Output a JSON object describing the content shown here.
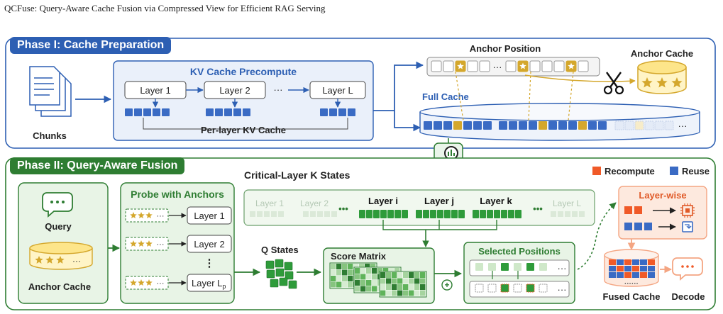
{
  "header": {
    "title": "QCFuse: Query-Aware Cache Fusion via Compressed View for Efficient RAG Serving"
  },
  "phase1": {
    "title": "Phase I: Cache Preparation",
    "chunks_label": "Chunks",
    "kv_title": "KV Cache Precompute",
    "layers": [
      "Layer 1",
      "Layer 2",
      "Layer L"
    ],
    "layer_ellipsis": "···",
    "per_layer_label": "Per-layer KV Cache",
    "anchor_position_label": "Anchor Position",
    "anchor_cache_label": "Anchor Cache",
    "full_cache_label": "Full Cache",
    "ellipsis": "···"
  },
  "phase2": {
    "title": "Phase II: Query-Aware Fusion",
    "query_label": "Query",
    "anchor_cache_label": "Anchor Cache",
    "probe_title": "Probe with Anchors",
    "probe_layers": [
      "Layer 1",
      "Layer 2",
      "Layer L"
    ],
    "probe_subscript": "p",
    "vdots": "⋮",
    "critical_title": "Critical-Layer K States",
    "critical_layers": [
      "Layer 1",
      "Layer 2",
      "Layer i",
      "Layer j",
      "Layer k",
      "Layer L"
    ],
    "q_states_label": "Q States",
    "score_matrix_label": "Score Matrix",
    "plus": "+",
    "selected_label": "Selected Positions",
    "legend": {
      "recompute": "Recompute",
      "reuse": "Reuse"
    },
    "layerwise_title": "Layer-wise",
    "fused_cache_label": "Fused Cache",
    "decode_label": "Decode",
    "dots": "•••",
    "dots_small": "······"
  },
  "colors": {
    "blue": "#3a6bc4",
    "blue_light": "#6b8fd6",
    "green": "#2e7d32",
    "gold": "#d4a72c",
    "orange": "#f05a28",
    "salmon": "#f4a582"
  }
}
